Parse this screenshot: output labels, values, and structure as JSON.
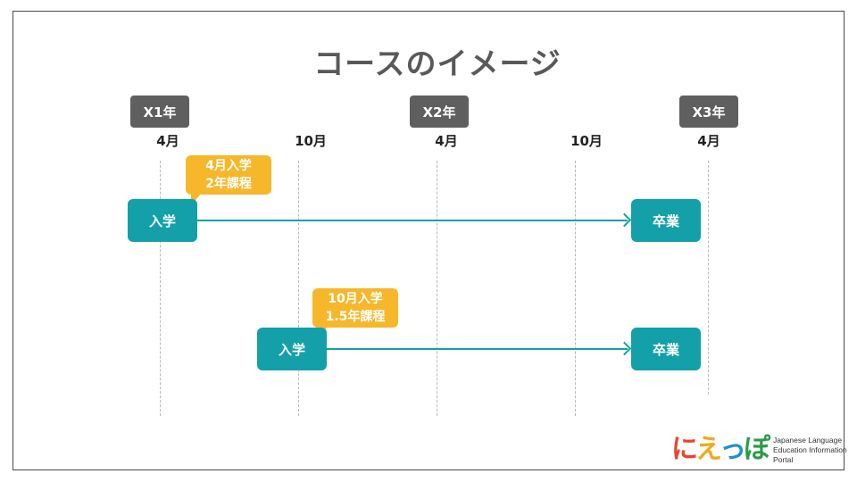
{
  "title": "コースのイメージ",
  "years": [
    "X1年",
    "X2年",
    "X3年"
  ],
  "months": [
    "4月",
    "10月",
    "4月",
    "10月",
    "4月"
  ],
  "course1": {
    "start_label": "入学",
    "end_label": "卒業",
    "callout_line1": "4月入学",
    "callout_line2": "2年課程"
  },
  "course2": {
    "start_label": "入学",
    "end_label": "卒業",
    "callout_line1": "10月入学",
    "callout_line2": "1.5年課程"
  },
  "logo": {
    "mark": [
      "に",
      "え",
      "っ",
      "ぽ"
    ],
    "line1": "Japanese Language",
    "line2": "Education Information",
    "line3": "Portal"
  },
  "colors": {
    "teal": "#13a0a8",
    "orange": "#f6b72a",
    "year_badge": "#5f5f5f",
    "title": "#595959"
  }
}
